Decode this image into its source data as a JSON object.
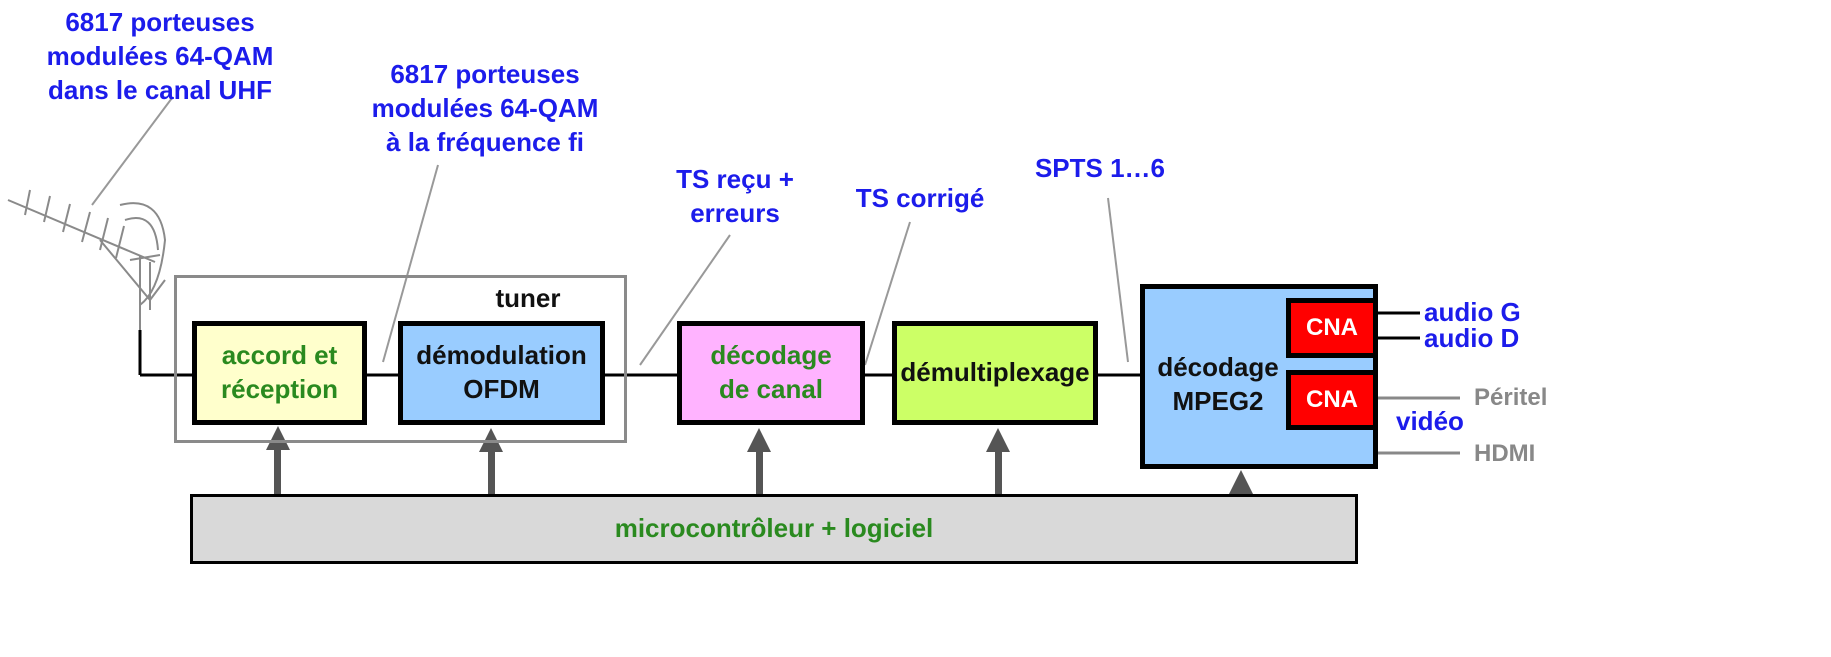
{
  "antenna_label": [
    "6817 porteuses",
    "modulées 64-QAM",
    "dans le canal UHF"
  ],
  "if_label": [
    "6817 porteuses",
    "modulées 64-QAM",
    "à la fréquence fi"
  ],
  "ts_errors_label": [
    "TS reçu +",
    "erreurs"
  ],
  "ts_corrected_label": "TS corrigé",
  "spts_label": "SPTS 1…6",
  "tuner_label": "tuner",
  "blocks": {
    "tuning": [
      "accord et",
      "réception"
    ],
    "demod": [
      "démodulation",
      "OFDM"
    ],
    "channel_decoding": [
      "décodage",
      "de canal"
    ],
    "demux": "démultiplexage",
    "mpeg": [
      "décodage",
      "MPEG2"
    ]
  },
  "cna": [
    "CNA",
    "CNA"
  ],
  "outputs": {
    "audio_g": "audio G",
    "audio_d": "audio D",
    "peritel": "Péritel",
    "video": "vidéo",
    "hdmi": "HDMI"
  },
  "controller": "microcontrôleur + logiciel",
  "colors": {
    "label_blue": "#1c1ceb",
    "block_green": "#2a8a1f",
    "tuning_fill": "#ffffcc",
    "demod_fill": "#99ccff",
    "channel_fill": "#ffb3ff",
    "demux_fill": "#ccff66",
    "mpeg_fill": "#99ccff",
    "cna_fill": "#ff0000",
    "controller_fill": "#d9d9d9",
    "output_gray": "#888888"
  }
}
